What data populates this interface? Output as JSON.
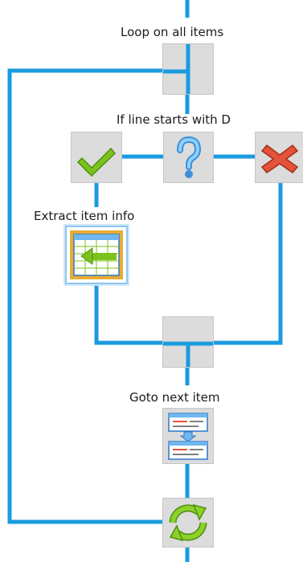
{
  "diagram": {
    "line_color": "#1a9be0",
    "nodes": [
      {
        "id": "loop_start",
        "label": "Loop on all items",
        "icon": "loop-bar-icon"
      },
      {
        "id": "condition",
        "label": "If line starts with D",
        "icon": "question-mark-icon"
      },
      {
        "id": "true_branch",
        "label": "",
        "icon": "checkmark-icon"
      },
      {
        "id": "false_branch",
        "label": "",
        "icon": "red-x-icon"
      },
      {
        "id": "extract",
        "label": "Extract item info",
        "icon": "table-extract-icon"
      },
      {
        "id": "merge",
        "label": "",
        "icon": "merge-bar-icon"
      },
      {
        "id": "goto_next",
        "label": "Goto next item",
        "icon": "document-transfer-icon"
      },
      {
        "id": "loop_end",
        "label": "",
        "icon": "cycle-arrows-icon"
      }
    ],
    "labels": {
      "loop": "Loop on all items",
      "condition": "If line starts with D",
      "extract": "Extract item info",
      "goto": "Goto next item"
    }
  }
}
